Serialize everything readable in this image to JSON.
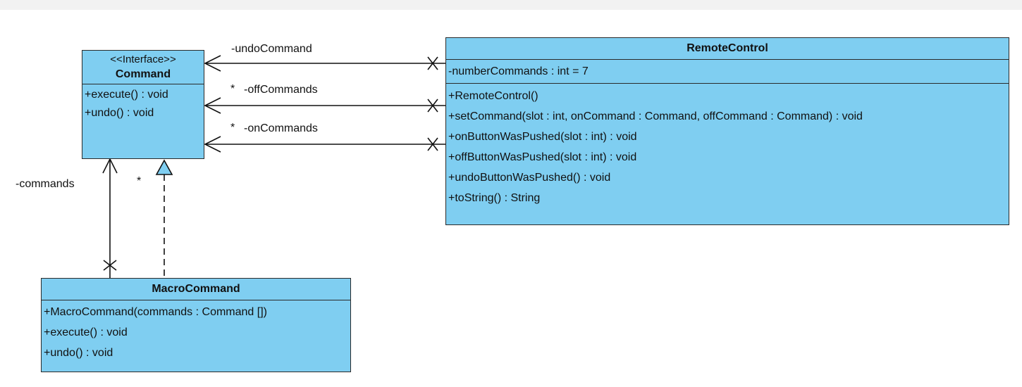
{
  "classes": {
    "command": {
      "stereotype": "<<Interface>>",
      "name": "Command",
      "operations": [
        "+execute() : void",
        "+undo() : void"
      ]
    },
    "remote_control": {
      "name": "RemoteControl",
      "attributes": [
        "-numberCommands : int = 7"
      ],
      "operations": [
        "+RemoteControl()",
        "+setCommand(slot : int, onCommand : Command, offCommand : Command) : void",
        "+onButtonWasPushed(slot : int) : void",
        "+offButtonWasPushed(slot : int) : void",
        "+undoButtonWasPushed() : void",
        "+toString() : String"
      ]
    },
    "macro_command": {
      "name": "MacroCommand",
      "operations": [
        "+MacroCommand(commands : Command [])",
        "+execute() : void",
        "+undo() : void"
      ]
    }
  },
  "associations": {
    "undo": {
      "role": "-undoCommand"
    },
    "off": {
      "multiplicity": "*",
      "role": "-offCommands"
    },
    "on": {
      "multiplicity": "*",
      "role": "-onCommands"
    },
    "macro": {
      "role": "-commands",
      "multiplicity": "*"
    }
  },
  "colors": {
    "class_fill": "#7fcef1",
    "stroke": "#2a2a2a",
    "background": "#ffffff"
  }
}
